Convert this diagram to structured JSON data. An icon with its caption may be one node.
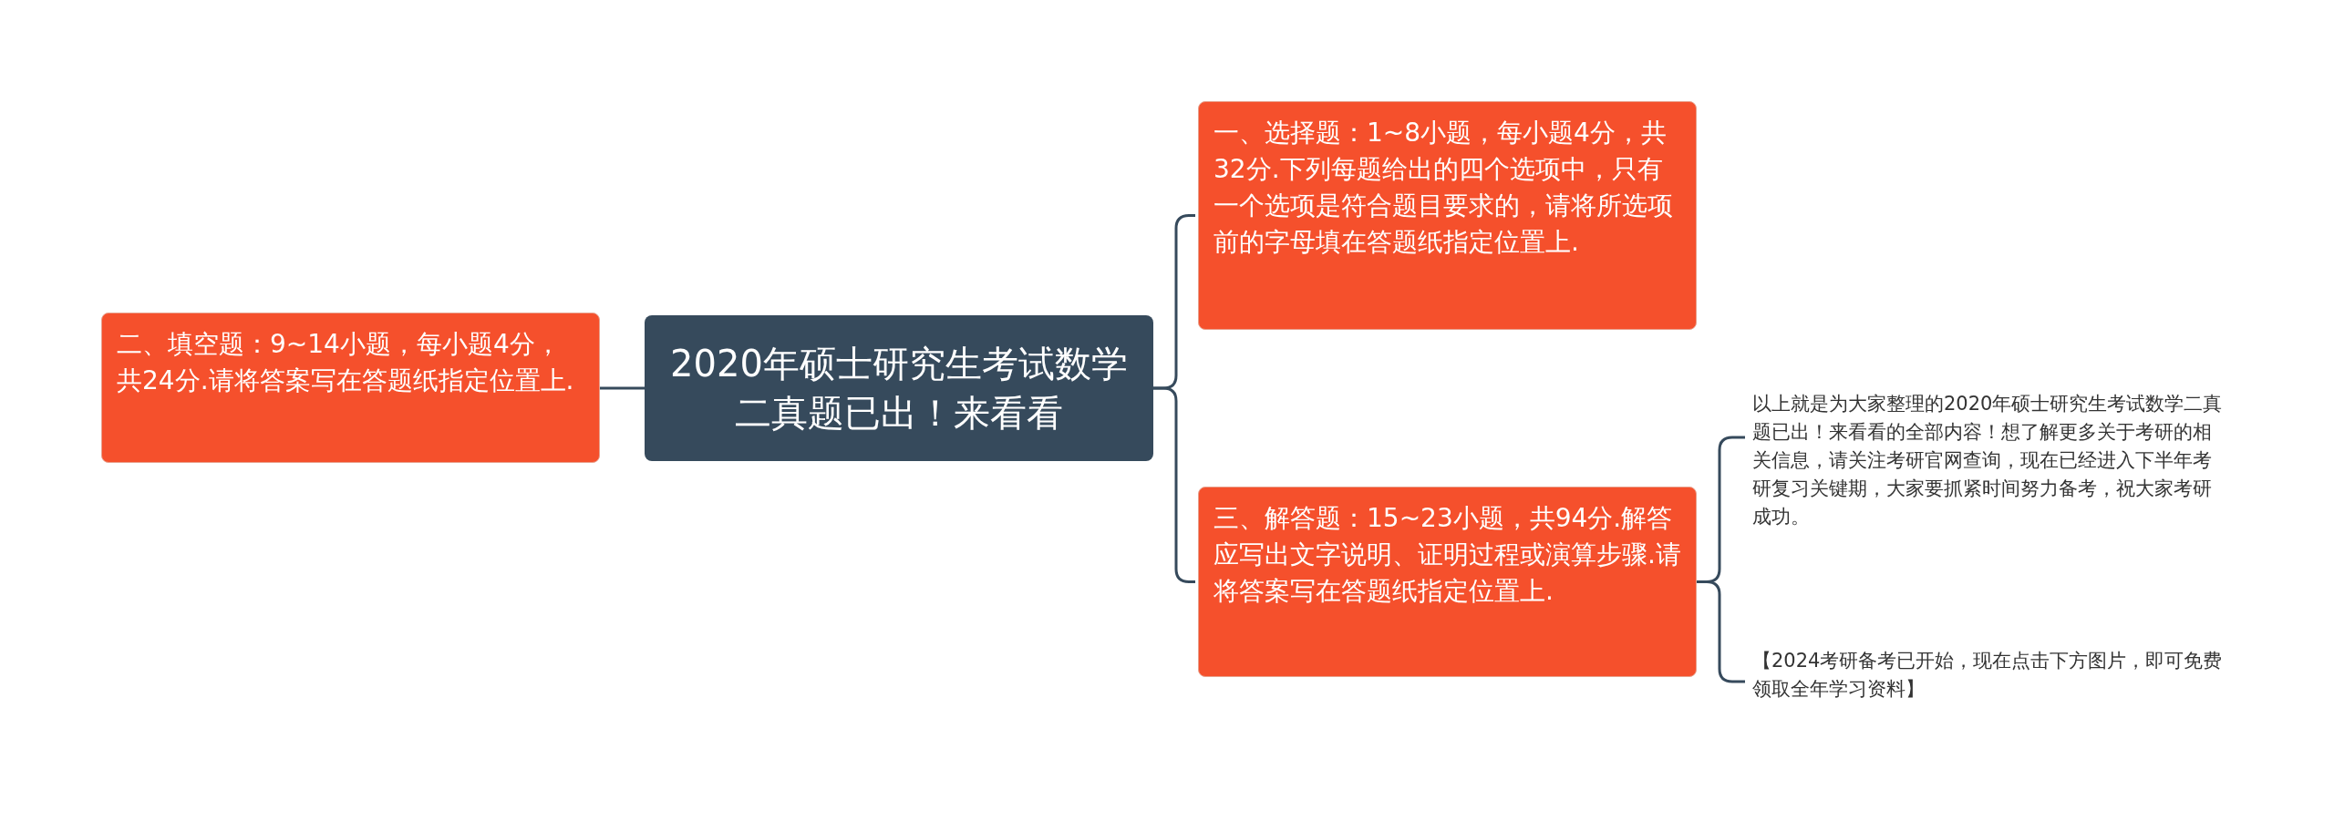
{
  "diagram": {
    "nodes": [
      {
        "text": [
          "2020年硕士研究生考试数学二真题已出！来看看"
        ]
      },
      {
        "text": [
          "一、选择题：1~8小题，每小题4分，共32分.下列每题给出的四个选项中，只有一个选项是符合题目要求的，请将所选项前的字母填在答题纸指定位置上."
        ]
      },
      {
        "text": [
          "二、填空题：9~14小题，每小题4分，共24分.请将答案写在答题纸指定位置上."
        ]
      },
      {
        "text": [
          "三、解答题：15~23小题，共94分.解答应写出文字说明、证明过程或演算步骤.请将答案写在答题纸指定位置上."
        ]
      },
      {
        "text": [
          "以上就是为大家整理的2020年硕士研究生考试数学二真题已出！来看看的全部内容！想了解更多关于考研的相关信息，请关注考研官网查询，现在已经进入下半年考研复习关键期，大家要抓紧时间努力备考，祝大家考研成功。"
        ]
      },
      {
        "text": [
          "【2024考研备考已开始，现在点击下方图片，即可免费领取全年学习资料】"
        ]
      }
    ],
    "edges": [
      {
        "from": 0,
        "to": 1,
        "arrow": "none"
      },
      {
        "from": 0,
        "to": 2,
        "arrow": "none"
      },
      {
        "from": 0,
        "to": 3,
        "arrow": "none"
      },
      {
        "from": 3,
        "to": 4,
        "arrow": "none"
      },
      {
        "from": 3,
        "to": 5,
        "arrow": "none"
      }
    ]
  }
}
